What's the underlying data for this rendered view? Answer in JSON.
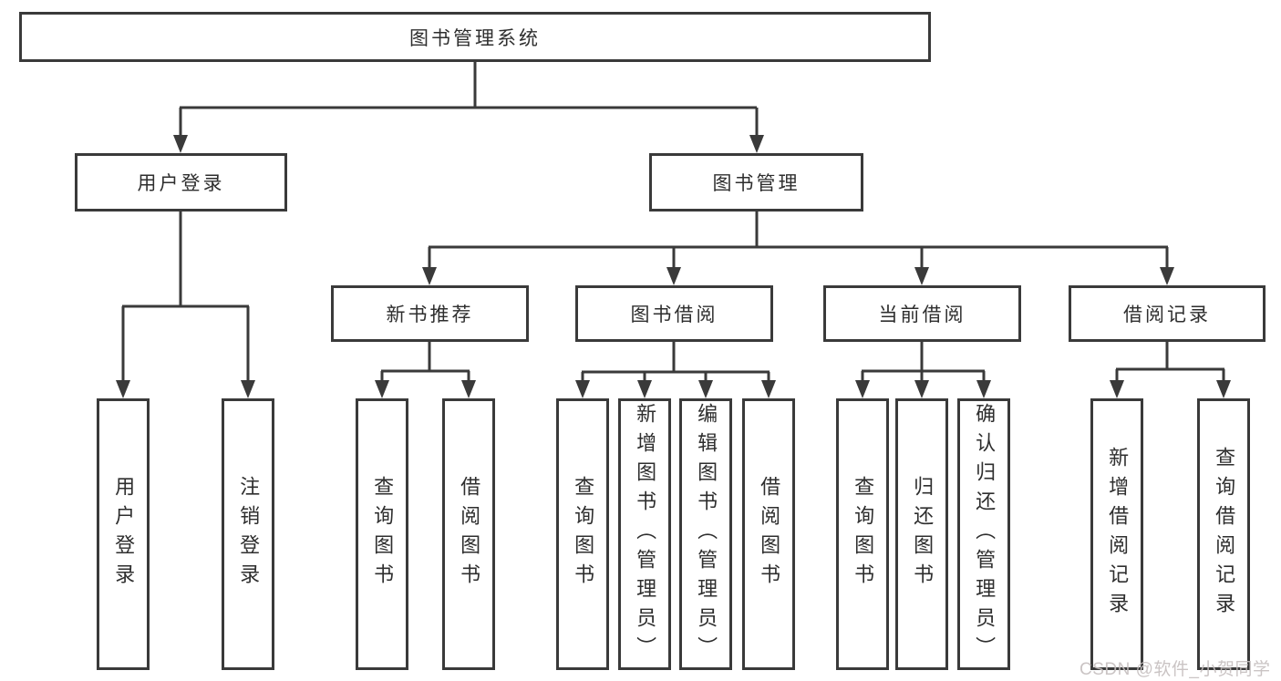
{
  "tree": {
    "root": "图书管理系统",
    "branches": [
      {
        "label": "用户登录",
        "children": [
          "用户登录",
          "注销登录"
        ]
      },
      {
        "label": "图书管理",
        "groups": [
          {
            "label": "新书推荐",
            "children": [
              "查询图书",
              "借阅图书"
            ]
          },
          {
            "label": "图书借阅",
            "children": [
              "查询图书",
              "新增图书（管理员）",
              "编辑图书（管理员）",
              "借阅图书"
            ]
          },
          {
            "label": "当前借阅",
            "children": [
              "查询图书",
              "归还图书",
              "确认归还（管理员）"
            ]
          },
          {
            "label": "借阅记录",
            "children": [
              "新增借阅记录",
              "查询借阅记录"
            ]
          }
        ]
      }
    ]
  },
  "watermark": {
    "text": "CSDN @软件_小贺同学"
  },
  "colors": {
    "line": "#3a3a3a",
    "box_border": "#3a3a3a",
    "text": "#2e2e2e",
    "watermark": "#c4bebe",
    "background": "#ffffff"
  }
}
